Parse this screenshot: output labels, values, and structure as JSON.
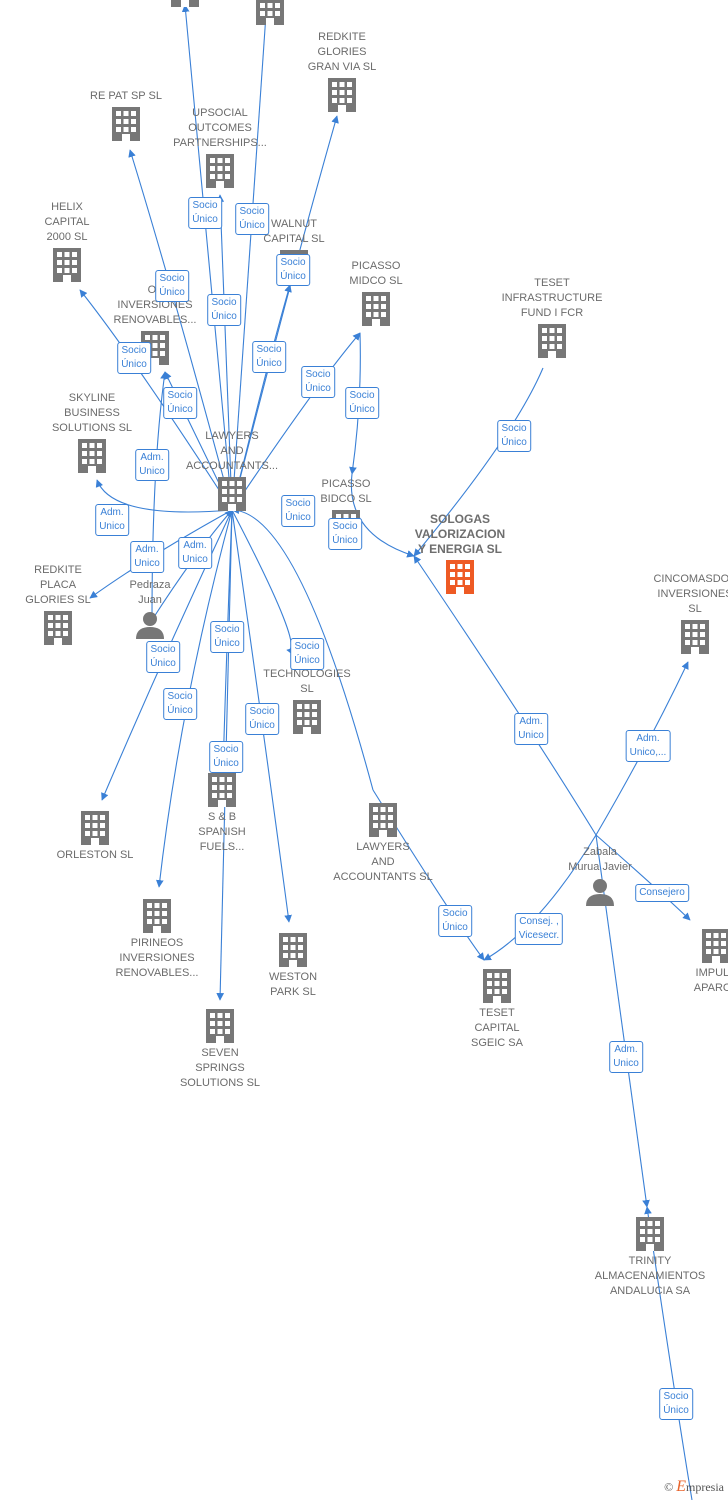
{
  "colors": {
    "edge": "#3a80d6",
    "node": "#777777",
    "main": "#ee5a24"
  },
  "nodes": [
    {
      "id": "top1",
      "label": "",
      "type": "company"
    },
    {
      "id": "top2",
      "label": "",
      "type": "company"
    },
    {
      "id": "redkite_gv",
      "label": "REDKITE\nGLORIES\nGRAN VIA  SL",
      "type": "company"
    },
    {
      "id": "repat",
      "label": "RE PAT SP  SL",
      "type": "company"
    },
    {
      "id": "upsocial",
      "label": "UPSOCIAL\nOUTCOMES\nPARTNERSHIPS...",
      "type": "company"
    },
    {
      "id": "walnut",
      "label": "WALNUT\nCAPITAL  SL",
      "type": "company"
    },
    {
      "id": "helix",
      "label": "HELIX\nCAPITAL\n2000  SL",
      "type": "company"
    },
    {
      "id": "olinv",
      "label": "OL\nINVERSIONES\nRENOVABLES...",
      "type": "company"
    },
    {
      "id": "picasso_midco",
      "label": "PICASSO\nMIDCO  SL",
      "type": "company"
    },
    {
      "id": "teset_infra",
      "label": "TESET\nINFRASTRUCTURE\nFUND I FCR",
      "type": "company"
    },
    {
      "id": "skyline",
      "label": "SKYLINE\nBUSINESS\nSOLUTIONS  SL",
      "type": "company"
    },
    {
      "id": "lawyers1",
      "label": "LAWYERS\nAND\nACCOUNTANTS...",
      "type": "company"
    },
    {
      "id": "picasso_bidco",
      "label": "PICASSO\nBIDCO  SL",
      "type": "company"
    },
    {
      "id": "sologas",
      "label": "SOLOGAS\nVALORIZACION\nY ENERGIA  SL",
      "type": "main"
    },
    {
      "id": "redkite_pg",
      "label": "REDKITE\nPLACA\nGLORIES  SL",
      "type": "company"
    },
    {
      "id": "pedraza",
      "label": "Pedraza\nJuan",
      "type": "person"
    },
    {
      "id": "cincomasdos",
      "label": "CINCOMASDOS\nINVERSIONES\nSL",
      "type": "company"
    },
    {
      "id": "a_tech",
      "label": "A\nTECHNOLOGIES\nSL",
      "type": "company"
    },
    {
      "id": "orleston",
      "label": "ORLESTON  SL",
      "type": "company"
    },
    {
      "id": "sb_spanish",
      "label": "S & B\nSPANISH\nFUELS...",
      "type": "company"
    },
    {
      "id": "lawyers2",
      "label": "LAWYERS\nAND\nACCOUNTANTS SL",
      "type": "company"
    },
    {
      "id": "zabala",
      "label": "Zabala\nMurua Javier",
      "type": "person"
    },
    {
      "id": "pirineos",
      "label": "PIRINEOS\nINVERSIONES\nRENOVABLES...",
      "type": "company"
    },
    {
      "id": "weston",
      "label": "WESTON\nPARK  SL",
      "type": "company"
    },
    {
      "id": "teset_capital",
      "label": "TESET\nCAPITAL\nSGEIC SA",
      "type": "company"
    },
    {
      "id": "impuls",
      "label": "IMPULS\nAPARCA",
      "type": "company"
    },
    {
      "id": "seven",
      "label": "SEVEN\nSPRINGS\nSOLUTIONS  SL",
      "type": "company"
    },
    {
      "id": "trinity",
      "label": "TRINITY\nALMACENAMIENTOS\nANDALUCIA SA",
      "type": "company"
    }
  ],
  "edges": [
    {
      "from": "lawyers1",
      "to": "top1",
      "label": "Socio\nÚnico"
    },
    {
      "from": "lawyers1",
      "to": "top2",
      "label": "Socio\nÚnico"
    },
    {
      "from": "lawyers1",
      "to": "redkite_gv",
      "label": "Socio\nÚnico"
    },
    {
      "from": "lawyers1",
      "to": "repat",
      "label": "Socio\nÚnico"
    },
    {
      "from": "lawyers1",
      "to": "upsocial",
      "label": "Socio\nÚnico"
    },
    {
      "from": "lawyers1",
      "to": "walnut",
      "label": "Socio\nÚnico"
    },
    {
      "from": "lawyers1",
      "to": "helix",
      "label": "Socio\nÚnico"
    },
    {
      "from": "lawyers1",
      "to": "olinv",
      "label": "Socio\nÚnico"
    },
    {
      "from": "lawyers1",
      "to": "picasso_midco",
      "label": "Socio\nÚnico"
    },
    {
      "from": "picasso_midco",
      "to": "picasso_bidco",
      "label": "Socio\nÚnico"
    },
    {
      "from": "picasso_bidco",
      "to": "sologas",
      "label": "Socio\nÚnico"
    },
    {
      "from": "teset_infra",
      "to": "sologas",
      "label": "Socio\nÚnico"
    },
    {
      "from": "lawyers1",
      "to": "skyline",
      "label": "Adm.\nUnico"
    },
    {
      "from": "pedraza",
      "to": "olinv",
      "label": "Adm.\nUnico"
    },
    {
      "from": "lawyers1",
      "to": "redkite_pg",
      "label": "Adm.\nUnico"
    },
    {
      "from": "lawyers1",
      "to": "orleston",
      "label": "Socio\nÚnico"
    },
    {
      "from": "lawyers1",
      "to": "pirineos",
      "label": "Socio\nÚnico"
    },
    {
      "from": "lawyers1",
      "to": "sb_spanish",
      "label": "Socio\nÚnico"
    },
    {
      "from": "lawyers1",
      "to": "seven",
      "label": "Socio\nÚnico"
    },
    {
      "from": "lawyers1",
      "to": "weston",
      "label": "Socio\nÚnico"
    },
    {
      "from": "lawyers1",
      "to": "a_tech",
      "label": "Socio\nÚnico"
    },
    {
      "from": "lawyers2",
      "to": "lawyers1",
      "label": "Socio\nÚnico"
    },
    {
      "from": "lawyers2",
      "to": "teset_capital",
      "label": "Socio\nÚnico"
    },
    {
      "from": "zabala",
      "to": "sologas",
      "label": "Adm.\nUnico"
    },
    {
      "from": "zabala",
      "to": "cincomasdos",
      "label": "Adm.\nUnico,..."
    },
    {
      "from": "zabala",
      "to": "teset_capital",
      "label": "Consej. ,\nVicesecr."
    },
    {
      "from": "zabala",
      "to": "impuls",
      "label": "Consejero"
    },
    {
      "from": "zabala",
      "to": "trinity",
      "label": "Adm.\nUnico"
    },
    {
      "from": "ext_bottom",
      "to": "trinity",
      "label": "Socio\nÚnico"
    },
    {
      "from": "pedraza",
      "to": "lawyers1",
      "label": "Adm.\nUnico"
    }
  ],
  "footer": {
    "copyright": "©",
    "brand_first": "E",
    "brand_rest": "mpresia"
  }
}
